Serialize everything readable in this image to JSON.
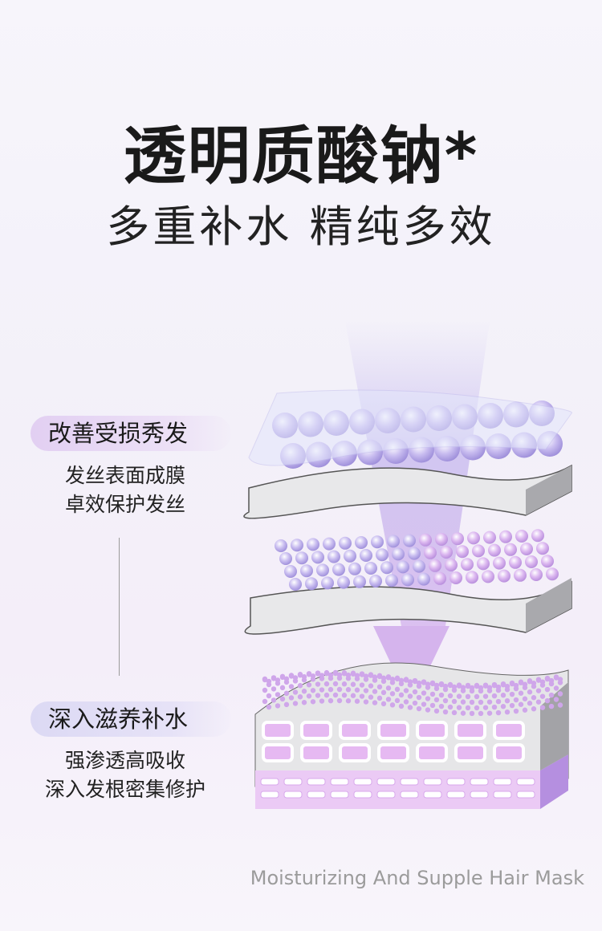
{
  "header": {
    "title": "透明质酸钠*",
    "subtitle": "多重补水 精纯多效"
  },
  "features": [
    {
      "label": "改善受损秀发",
      "lines": [
        "发丝表面成膜",
        "卓效保护发丝"
      ]
    },
    {
      "label": "深入滋养补水",
      "lines": [
        "强渗透高吸收",
        "深入发根密集修护"
      ]
    }
  ],
  "footer": {
    "tagline": "Moisturizing And Supple Hair Mask"
  },
  "colors": {
    "accent": "#b98be0",
    "layer_gray": "#e6e6e8",
    "layer_purple": "#e9c9f4"
  }
}
